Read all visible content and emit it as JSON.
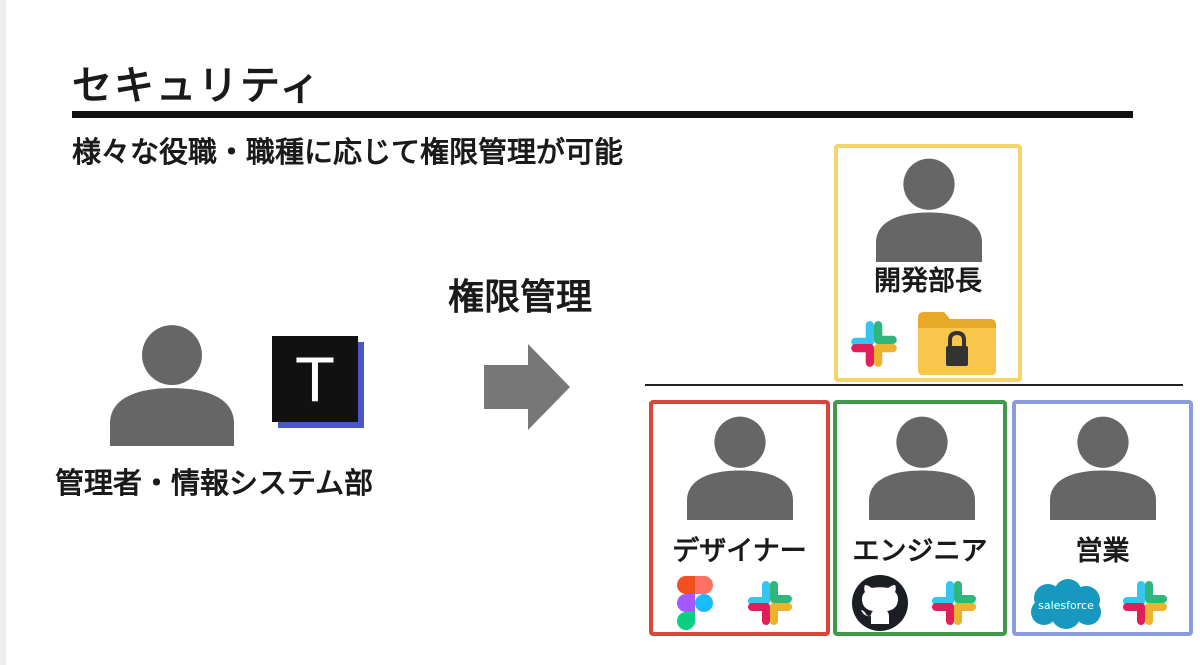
{
  "slide": {
    "title": "セキュリティ",
    "subtitle": "様々な役職・職種に応じて権限管理が可能"
  },
  "admin": {
    "label": "管理者・情報システム部",
    "logo_letter": "T"
  },
  "permission": {
    "label": "権限管理"
  },
  "roles": {
    "manager": {
      "label": "開発部長",
      "border_color": "#f6d26b",
      "icons": [
        "slack-icon",
        "locked-folder-icon"
      ]
    },
    "designer": {
      "label": "デザイナー",
      "border_color": "#d9473b",
      "icons": [
        "figma-icon",
        "slack-icon"
      ]
    },
    "engineer": {
      "label": "エンジニア",
      "border_color": "#3f9a4a",
      "icons": [
        "github-icon",
        "slack-icon"
      ]
    },
    "sales": {
      "label": "営業",
      "border_color": "#8b9be0",
      "icons": [
        "salesforce-icon",
        "slack-icon"
      ],
      "salesforce_text": "salesforce"
    }
  },
  "colors": {
    "person": "#666666",
    "arrow": "#777777",
    "logo_bg": "#111111",
    "logo_shadow": "#4a57c9"
  }
}
